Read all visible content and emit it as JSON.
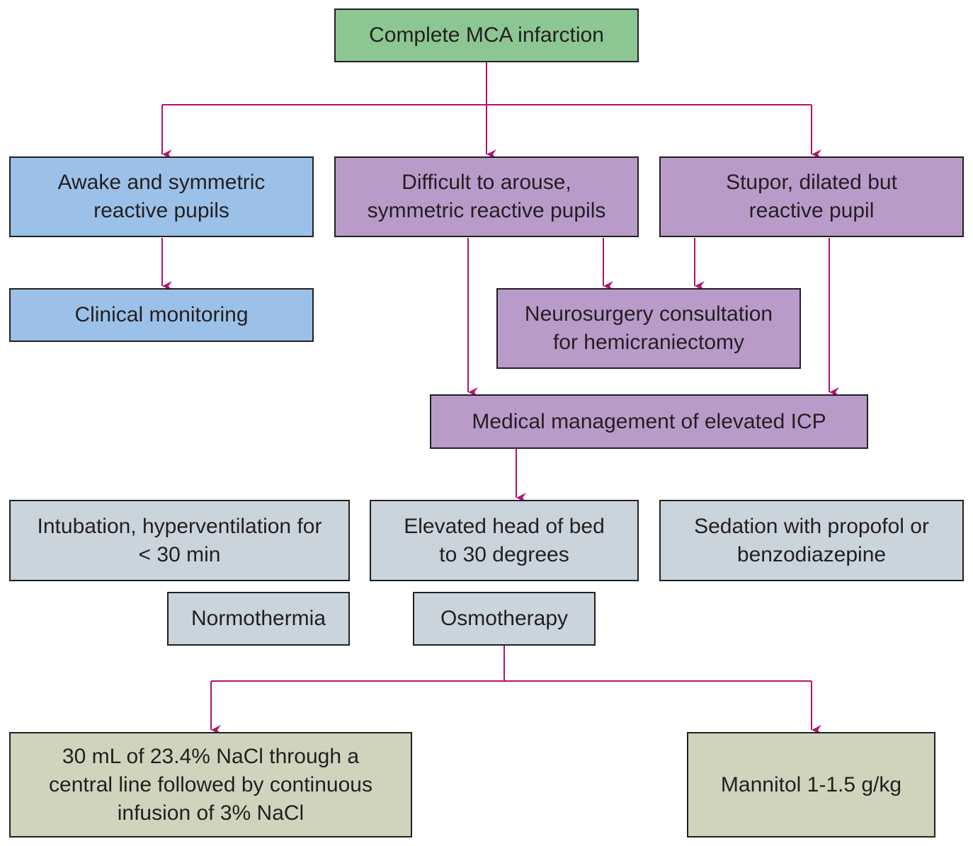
{
  "colors": {
    "connector": "#b0146e",
    "border": "#231f20",
    "root_fill": "#8cc793",
    "blue_fill": "#9cc1e8",
    "purple_fill": "#b99bca",
    "gray_fill": "#c9d4dc",
    "olive_fill": "#cfd4bd"
  },
  "nodes": {
    "root": "Complete MCA infarction",
    "awake": "Awake and symmetric\nreactive pupils",
    "difficult": "Difficult to arouse,\nsymmetric reactive pupils",
    "stupor": "Stupor, dilated but\nreactive pupil",
    "clinical": "Clinical monitoring",
    "neurosurgery": "Neurosurgery consultation\nfor hemicraniectomy",
    "medical": "Medical management of elevated ICP",
    "intubation": "Intubation, hyperventilation for\n< 30 min",
    "elevated_head": "Elevated head of bed\nto 30 degrees",
    "sedation": "Sedation with propofol or\nbenzodiazepine",
    "normothermia": "Normothermia",
    "osmotherapy": "Osmotherapy",
    "nacl": "30 mL of 23.4% NaCl through a\ncentral line followed by continuous\ninfusion of 3% NaCl",
    "mannitol": "Mannitol 1-1.5 g/kg"
  }
}
